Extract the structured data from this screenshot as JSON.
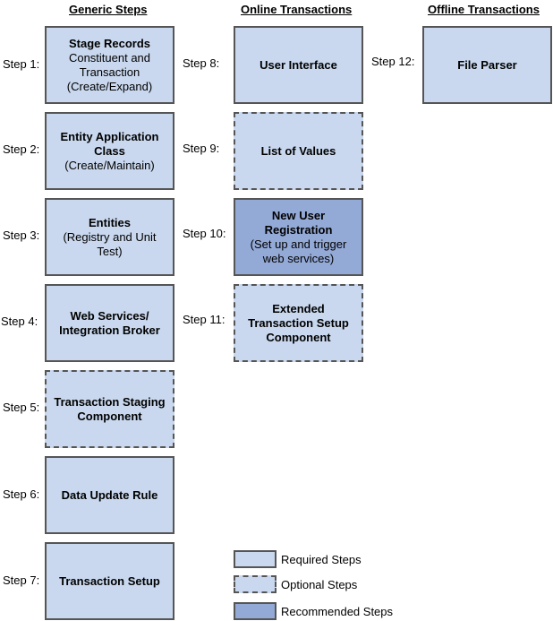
{
  "headers": {
    "generic": "Generic Steps",
    "online": "Online Transactions",
    "offline": "Offline Transactions"
  },
  "steps": [
    {
      "label": "Step 1:",
      "title": "Stage Records",
      "sub": "Constituent and Transaction (Create/Expand)",
      "type": "required"
    },
    {
      "label": "Step 2:",
      "title": "Entity Application Class",
      "sub": "(Create/Maintain)",
      "type": "required"
    },
    {
      "label": "Step 3:",
      "title": "Entities",
      "sub": "(Registry and Unit Test)",
      "type": "required"
    },
    {
      "label": "Step 4:",
      "title": "Web Services/ Integration Broker",
      "sub": "",
      "type": "required"
    },
    {
      "label": "Step 5:",
      "title": "Transaction Staging Component",
      "sub": "",
      "type": "optional"
    },
    {
      "label": "Step 6:",
      "title": "Data Update Rule",
      "sub": "",
      "type": "required"
    },
    {
      "label": "Step 7:",
      "title": "Transaction Setup",
      "sub": "",
      "type": "required"
    },
    {
      "label": "Step 8:",
      "title": "User Interface",
      "sub": "",
      "type": "required"
    },
    {
      "label": "Step 9:",
      "title": "List of Values",
      "sub": "",
      "type": "optional"
    },
    {
      "label": "Step 10:",
      "title": "New User Registration",
      "sub": "(Set up and trigger web services)",
      "type": "recommended"
    },
    {
      "label": "Step 11:",
      "title": "Extended Transaction Setup Component",
      "sub": "",
      "type": "optional"
    },
    {
      "label": "Step 12:",
      "title": "File Parser",
      "sub": "",
      "type": "required"
    }
  ],
  "legend": {
    "required": "Required Steps",
    "optional": "Optional Steps",
    "recommended": "Recommended Steps"
  },
  "colors": {
    "required_fill": "#c9d8ee",
    "recommended_fill": "#93a9d6",
    "border": "#555555"
  }
}
